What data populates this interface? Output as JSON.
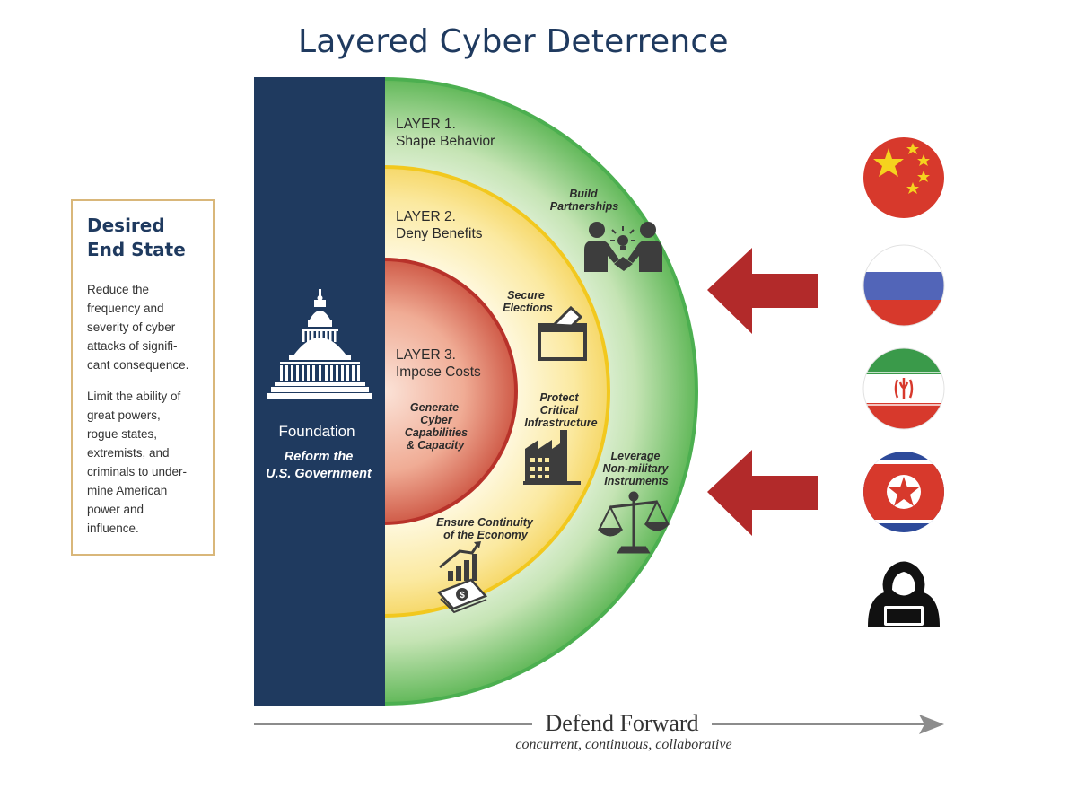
{
  "title": "Layered Cyber Deterrence",
  "desired_end_state": {
    "heading_line1": "Desired",
    "heading_line2": "End State",
    "paragraph1_lines": [
      "Reduce the",
      "frequency and",
      "severity of cyber",
      "attacks of signifi-",
      "cant consequence."
    ],
    "paragraph2_lines": [
      "Limit the ability of",
      "great powers,",
      "rogue states,",
      "extremists, and",
      "criminals to under-",
      "mine American",
      "power and",
      "influence."
    ]
  },
  "foundation": {
    "label": "Foundation",
    "subtitle_line1": "Reform the",
    "subtitle_line2": "U.S. Government",
    "icon": "capitol-icon"
  },
  "layers": [
    {
      "number_label": "LAYER 1.",
      "name": "Shape Behavior",
      "color": "#5cb85a"
    },
    {
      "number_label": "LAYER 2.",
      "name": "Deny Benefits",
      "color": "#f5d44a"
    },
    {
      "number_label": "LAYER 3.",
      "name": "Impose Costs",
      "color": "#c0392b"
    }
  ],
  "actions": {
    "build_partnerships": {
      "lines": [
        "Build",
        "Partnerships"
      ],
      "icon": "handshake-icon"
    },
    "secure_elections": {
      "lines": [
        "Secure",
        "Elections"
      ],
      "icon": "ballot-box-icon"
    },
    "generate_cyber": {
      "lines": [
        "Generate",
        "Cyber",
        "Capabilities",
        "& Capacity"
      ]
    },
    "protect_infrastructure": {
      "lines": [
        "Protect",
        "Critical",
        "Infrastructure"
      ],
      "icon": "factory-icon"
    },
    "leverage_nonmilitary": {
      "lines": [
        "Leverage",
        "Non-military",
        "Instruments"
      ],
      "icon": "scales-icon"
    },
    "ensure_continuity": {
      "lines": [
        "Ensure Continuity",
        "of the Economy"
      ],
      "icon": "money-growth-icon"
    }
  },
  "threats": [
    {
      "icon": "china-flag-icon"
    },
    {
      "icon": "russia-flag-icon"
    },
    {
      "icon": "iran-flag-icon"
    },
    {
      "icon": "north-korea-flag-icon"
    },
    {
      "icon": "hooded-hacker-icon"
    }
  ],
  "defend_forward": {
    "label": "Defend Forward",
    "subtitle": "concurrent, continuous, collaborative"
  },
  "colors": {
    "navy": "#1f3a5f",
    "green": "#5cb85a",
    "yellow": "#f5d44a",
    "red": "#c0392b",
    "arrow_red": "#b22a2a",
    "gold_border": "#d9b77a"
  }
}
